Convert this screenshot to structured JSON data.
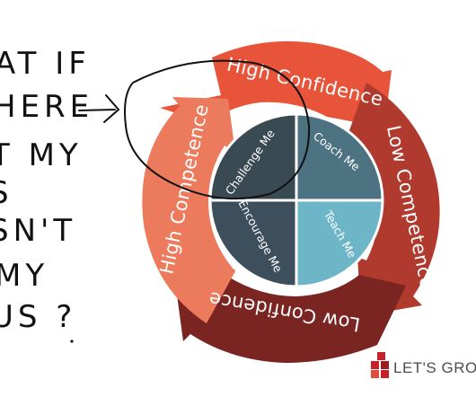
{
  "ring": {
    "top": "High Confidence",
    "right": "Low Competence",
    "bottom": "Low Confidence",
    "left": "High Competence"
  },
  "quadrants": {
    "top_left": "Challenge Me",
    "top_right": "Coach Me",
    "bottom_right": "Teach Me",
    "bottom_left": "Encourage Me"
  },
  "handwriting": [
    "AT IF",
    "HERE",
    "T MY",
    "S",
    "SN'T",
    "MY",
    "US ?"
  ],
  "logo": {
    "text": "LET'S GROW"
  },
  "colors": {
    "ring_top": "#e8543a",
    "ring_right": "#b03a2e",
    "ring_bottom": "#7a2522",
    "ring_left": "#ec7a5c",
    "quad_top_left": "#3a4a52",
    "quad_top_right": "#4d7282",
    "quad_bottom_right": "#6cb6c8",
    "quad_bottom_left": "#3d4e5c",
    "logo_red": "#c8202a"
  }
}
